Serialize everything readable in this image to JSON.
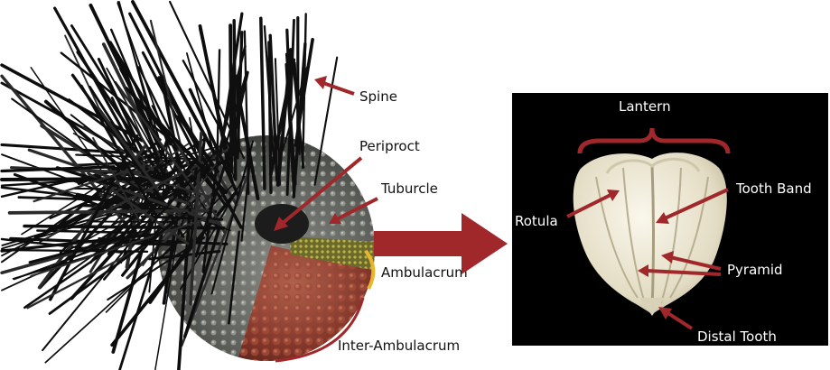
{
  "labels": {
    "spine": "Spine",
    "periproct": "Periproct",
    "tuburcle": "Tuburcle",
    "ambulacrum": "Ambulacrum",
    "inter_ambulacrum": "Inter-Ambulacrum",
    "lantern": "Lantern",
    "tooth_band": "Tooth Band",
    "rotula": "Rotula",
    "pyramid": "Pyramid",
    "distal_tooth": "Distal Tooth"
  },
  "colors": {
    "arrow": "#a0282b",
    "ambulacrum_marker": "#e8b52c",
    "panel_bg": "#000000",
    "spine": "#111111",
    "test_gray": "#6b6e6a",
    "test_red": "#8a3b2e",
    "lantern_cream": "#ece7d6"
  }
}
